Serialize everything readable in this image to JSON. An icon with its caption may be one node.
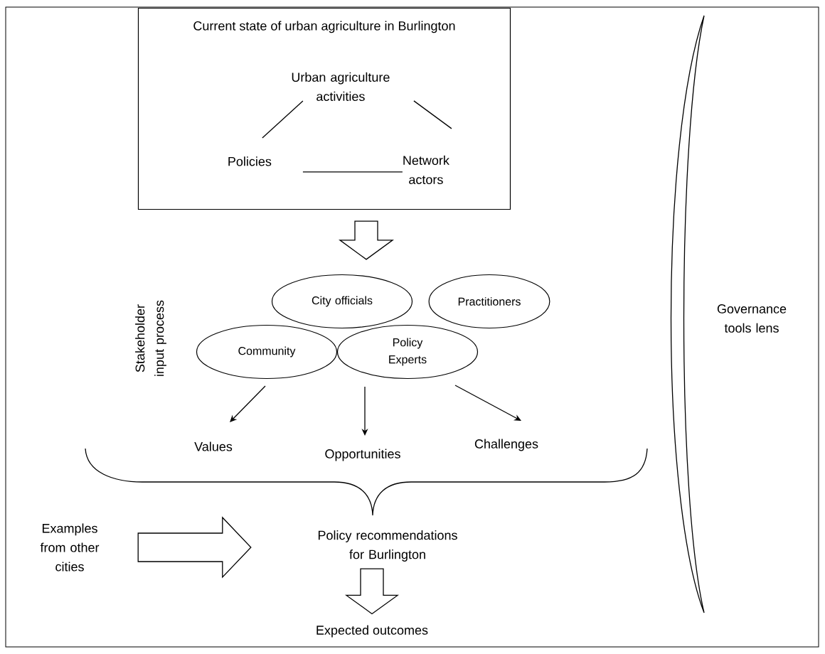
{
  "diagram": {
    "nodes": [
      {
        "text": [
          "Current state of urban agriculture in Burlington"
        ]
      },
      {
        "text": [
          "Urban agriculture activities"
        ],
        "in": 0
      },
      {
        "text": [
          "Policies"
        ],
        "in": 0
      },
      {
        "text": [
          "Network actors"
        ],
        "in": 0
      },
      {
        "text": [
          "City officials"
        ]
      },
      {
        "text": [
          "Practitioners"
        ]
      },
      {
        "text": [
          "Community"
        ]
      },
      {
        "text": [
          "Policy Experts"
        ]
      },
      {
        "text": [
          "Values"
        ]
      },
      {
        "text": [
          "Opportunities"
        ]
      },
      {
        "text": [
          "Challenges"
        ]
      },
      {
        "text": [
          "Policy recommendations for Burlington"
        ]
      },
      {
        "text": [
          "Examples from other cities"
        ]
      },
      {
        "text": [
          "Expected outcomes"
        ]
      }
    ],
    "edges": [
      {
        "from": 1,
        "to": 2,
        "arrow": "none"
      },
      {
        "from": 1,
        "to": 3,
        "arrow": "none"
      },
      {
        "from": 2,
        "to": 3,
        "arrow": "none"
      },
      {
        "from": 0,
        "to": 4,
        "arrow": "to",
        "style": "thick"
      },
      {
        "from": 6,
        "to": 8,
        "arrow": "to"
      },
      {
        "from": 7,
        "to": 9,
        "arrow": "to"
      },
      {
        "from": 7,
        "to": 10,
        "arrow": "to"
      },
      {
        "from": 12,
        "to": 11,
        "arrow": "to",
        "style": "thick"
      },
      {
        "from": 11,
        "to": 13,
        "arrow": "to",
        "style": "thick"
      }
    ],
    "labels": [
      "Stakeholder input process",
      "Governance tools lens"
    ]
  }
}
